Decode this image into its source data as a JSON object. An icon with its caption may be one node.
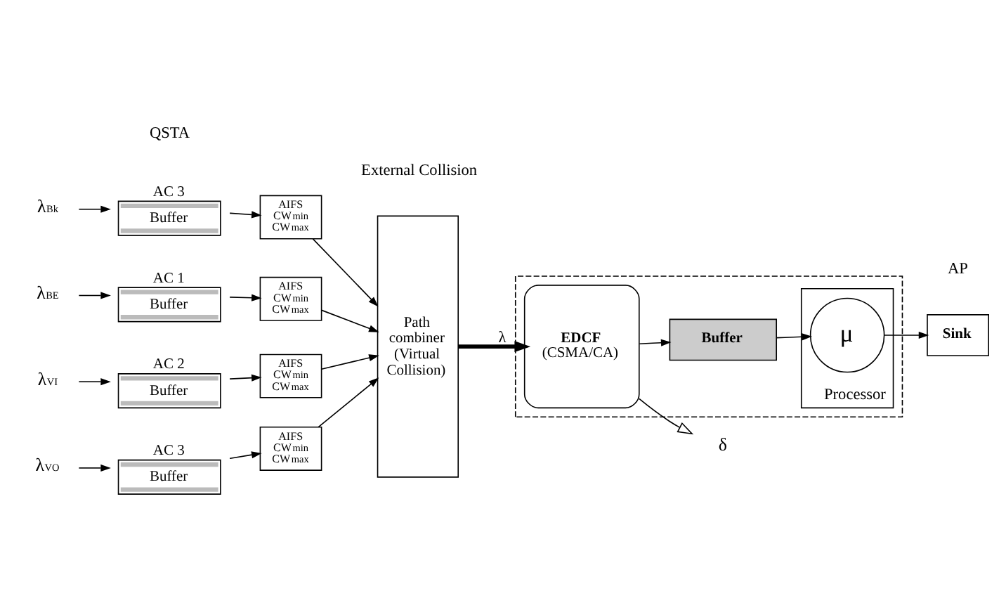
{
  "diagram": {
    "nodes": [
      {
        "text": [
          "λ$_{Bk}$"
        ]
      },
      {
        "text": [
          "λ$_{BE}$"
        ]
      },
      {
        "text": [
          "λ$_{VI}$"
        ]
      },
      {
        "text": [
          "λ$_{VO}$"
        ]
      },
      {
        "text": [
          "AC 3",
          "Buffer"
        ]
      },
      {
        "text": [
          "AC 1",
          "Buffer"
        ]
      },
      {
        "text": [
          "AC 2",
          "Buffer"
        ]
      },
      {
        "text": [
          "AC 3",
          "Buffer"
        ]
      },
      {
        "text": [
          "AIFS",
          "CW$_{min}$",
          "CW$_{max}$"
        ]
      },
      {
        "text": [
          "AIFS",
          "CW$_{min}$",
          "CW$_{max}$"
        ]
      },
      {
        "text": [
          "AIFS",
          "CW$_{min}$",
          "CW$_{max}$"
        ]
      },
      {
        "text": [
          "AIFS",
          "CW$_{min}$",
          "CW$_{max}$"
        ]
      },
      {
        "text": [
          "Path combiner (Virtual Collision)"
        ]
      },
      {
        "text": [],
        "shape": "box"
      },
      {
        "text": [
          "EDCF",
          "(CSMA/CA)"
        ],
        "in": 13
      },
      {
        "text": [
          "Buffer"
        ],
        "in": 13
      },
      {
        "text": [
          "Processor"
        ],
        "in": 13
      },
      {
        "text": [
          "μ"
        ],
        "in": 16
      },
      {
        "text": [
          "Sink"
        ]
      },
      {
        "text": [
          "δ"
        ]
      }
    ],
    "edges": [
      {
        "from": 0,
        "to": 4,
        "arrow": "to"
      },
      {
        "from": 1,
        "to": 5,
        "arrow": "to"
      },
      {
        "from": 2,
        "to": 6,
        "arrow": "to"
      },
      {
        "from": 3,
        "to": 7,
        "arrow": "to"
      },
      {
        "from": 4,
        "to": 8,
        "arrow": "to"
      },
      {
        "from": 5,
        "to": 9,
        "arrow": "to"
      },
      {
        "from": 6,
        "to": 10,
        "arrow": "to"
      },
      {
        "from": 7,
        "to": 11,
        "arrow": "to"
      },
      {
        "from": 8,
        "to": 12,
        "arrow": "to"
      },
      {
        "from": 9,
        "to": 12,
        "arrow": "to"
      },
      {
        "from": 10,
        "to": 12,
        "arrow": "to"
      },
      {
        "from": 11,
        "to": 12,
        "arrow": "to"
      },
      {
        "from": 12,
        "to": 14,
        "arrow": "to",
        "style": "thick",
        "label": "λ"
      },
      {
        "from": 14,
        "to": 15,
        "arrow": "to"
      },
      {
        "from": 15,
        "to": 17,
        "arrow": "to"
      },
      {
        "from": 17,
        "to": 18,
        "arrow": "to"
      },
      {
        "from": 14,
        "to": 19,
        "arrow": "to"
      }
    ],
    "labels": [
      "External Collision",
      "QSTA",
      "AP"
    ]
  }
}
